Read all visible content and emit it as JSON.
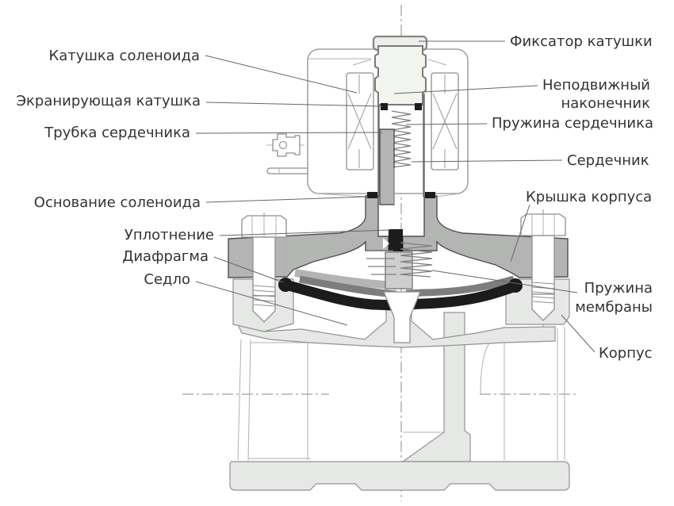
{
  "diagram": {
    "name": "solenoid-valve-cross-section",
    "labels": {
      "coil": {
        "text": "Катушка соленоида"
      },
      "shielding_coil": {
        "text": "Экранирующая катушка"
      },
      "core_tube": {
        "text": "Трубка сердечника"
      },
      "solenoid_base": {
        "text": "Основание соленоида"
      },
      "seal": {
        "text": "Уплотнение"
      },
      "diaphragm": {
        "text": "Диафрагма"
      },
      "seat": {
        "text": "Седло"
      },
      "coil_retainer": {
        "text": "Фиксатор катушки"
      },
      "fixed_plugnut": {
        "line1": "Неподвижный",
        "line2": "наконечник"
      },
      "core_spring": {
        "text": "Пружина сердечника"
      },
      "core": {
        "text": "Сердечник"
      },
      "body_cover": {
        "text": "Крышка корпуса"
      },
      "membrane_spring": {
        "line1": "Пружина",
        "line2": "мембраны"
      },
      "body": {
        "text": "Корпус"
      }
    },
    "palette": {
      "background": "#ffffff",
      "text": "#333333",
      "leader_line": "#666666",
      "metal_mid_gray": "#b3b5b3",
      "body_light_gray": "#e6e8e6",
      "rubber_black": "#1c1c1c",
      "backing_dark_gray": "#7c7e7c",
      "outline_gray": "#9a9a9a"
    }
  }
}
